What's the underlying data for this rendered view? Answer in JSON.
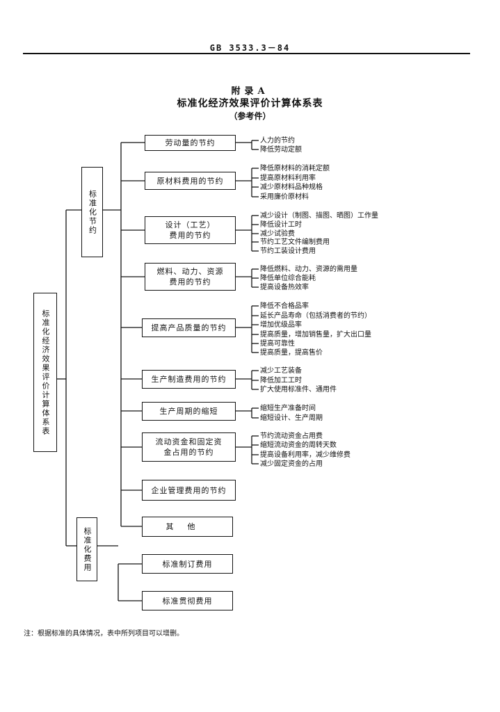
{
  "header": {
    "standard_code": "GB 3533.3－84"
  },
  "titles": {
    "appendix": "附录A",
    "main": "标准化经济效果评价计算体系表",
    "note": "（参考件）"
  },
  "root": "标准化经济效果评价计算体系表",
  "branches": {
    "savings": "标准化节约",
    "costs": "标准化费用"
  },
  "categories": [
    {
      "label": "劳动量的节约",
      "items": [
        "人力的节约",
        "降低劳动定额"
      ]
    },
    {
      "label": "原材料费用的节约",
      "items": [
        "降低原材料的消耗定额",
        "提高原材料利用率",
        "减少原材料品种规格",
        "采用廉价原材料"
      ]
    },
    {
      "label": "设计（工艺）费用的节约",
      "items": [
        "减少设计（制图、描图、晒图）工作量",
        "降低设计工时",
        "减少试验费",
        "节约工艺文件编制费用",
        "节约工装设计费用"
      ]
    },
    {
      "label": "燃料、动力、资源费用的节约",
      "items": [
        "降低燃料、动力、资源的需用量",
        "降低单位综合能耗",
        "提高设备热效率"
      ]
    },
    {
      "label": "提高产品质量的节约",
      "items": [
        "降低不合格品率",
        "延长产品寿命（包括消费者的节约）",
        "增加优级品率",
        "提高质量，增加销售量，扩大出口量",
        "提高可靠性",
        "提高质量，提高售价"
      ]
    },
    {
      "label": "生产制造费用的节约",
      "items": [
        "减少工艺装备",
        "降低加工工时",
        "扩大使用标准件、通用件"
      ]
    },
    {
      "label": "生产周期的缩短",
      "items": [
        "缩短生产准备时间",
        "缩短设计、生产周期"
      ]
    },
    {
      "label": "流动资金和固定资金占用的节约",
      "items": [
        "节约流动资金占用费",
        "缩短流动资金的周转天数",
        "提高设备利用率，减少维修费",
        "减少固定资金的占用"
      ]
    },
    {
      "label": "企业管理费用的节约",
      "items": []
    },
    {
      "label": "其他",
      "items": []
    }
  ],
  "cost_categories": [
    {
      "label": "标准制订费用"
    },
    {
      "label": "标准贯彻费用"
    }
  ],
  "footnote": "注：根据标准的具体情况，表中所列项目可以增删。"
}
